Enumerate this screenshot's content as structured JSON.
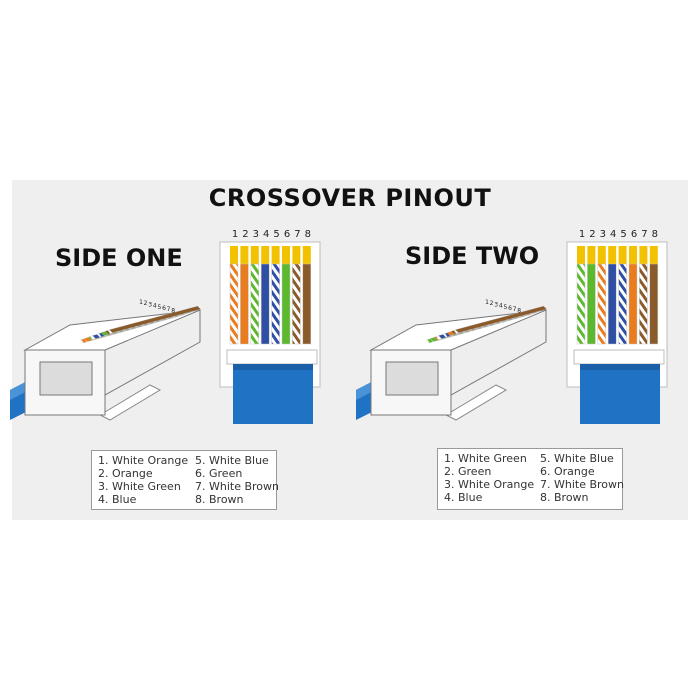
{
  "title": "CROSSOVER PINOUT",
  "colors": {
    "white": "#ffffff",
    "orange": "#e87c1e",
    "green": "#5cb82c",
    "blue": "#2e4fa3",
    "brown": "#8a5a2b",
    "cable": "#1f72c4",
    "gold": "#f2c200"
  },
  "side_one": {
    "label": "SIDE ONE",
    "pins": [
      "1",
      "2",
      "3",
      "4",
      "5",
      "6",
      "7",
      "8"
    ],
    "wires": [
      "white-orange",
      "orange",
      "white-green",
      "blue",
      "white-blue",
      "green",
      "white-brown",
      "brown"
    ],
    "legend": [
      "1. White Orange",
      "2. Orange",
      "3. White Green",
      "4. Blue",
      "5. White Blue",
      "6. Green",
      "7. White Brown",
      "8. Brown"
    ]
  },
  "side_two": {
    "label": "SIDE TWO",
    "pins": [
      "1",
      "2",
      "3",
      "4",
      "5",
      "6",
      "7",
      "8"
    ],
    "wires": [
      "white-green",
      "green",
      "white-orange",
      "blue",
      "white-blue",
      "orange",
      "white-brown",
      "brown"
    ],
    "legend": [
      "1. White Green",
      "2. Green",
      "3. White Orange",
      "4. Blue",
      "5. White Blue",
      "6. Orange",
      "7. White Brown",
      "8. Brown"
    ]
  }
}
